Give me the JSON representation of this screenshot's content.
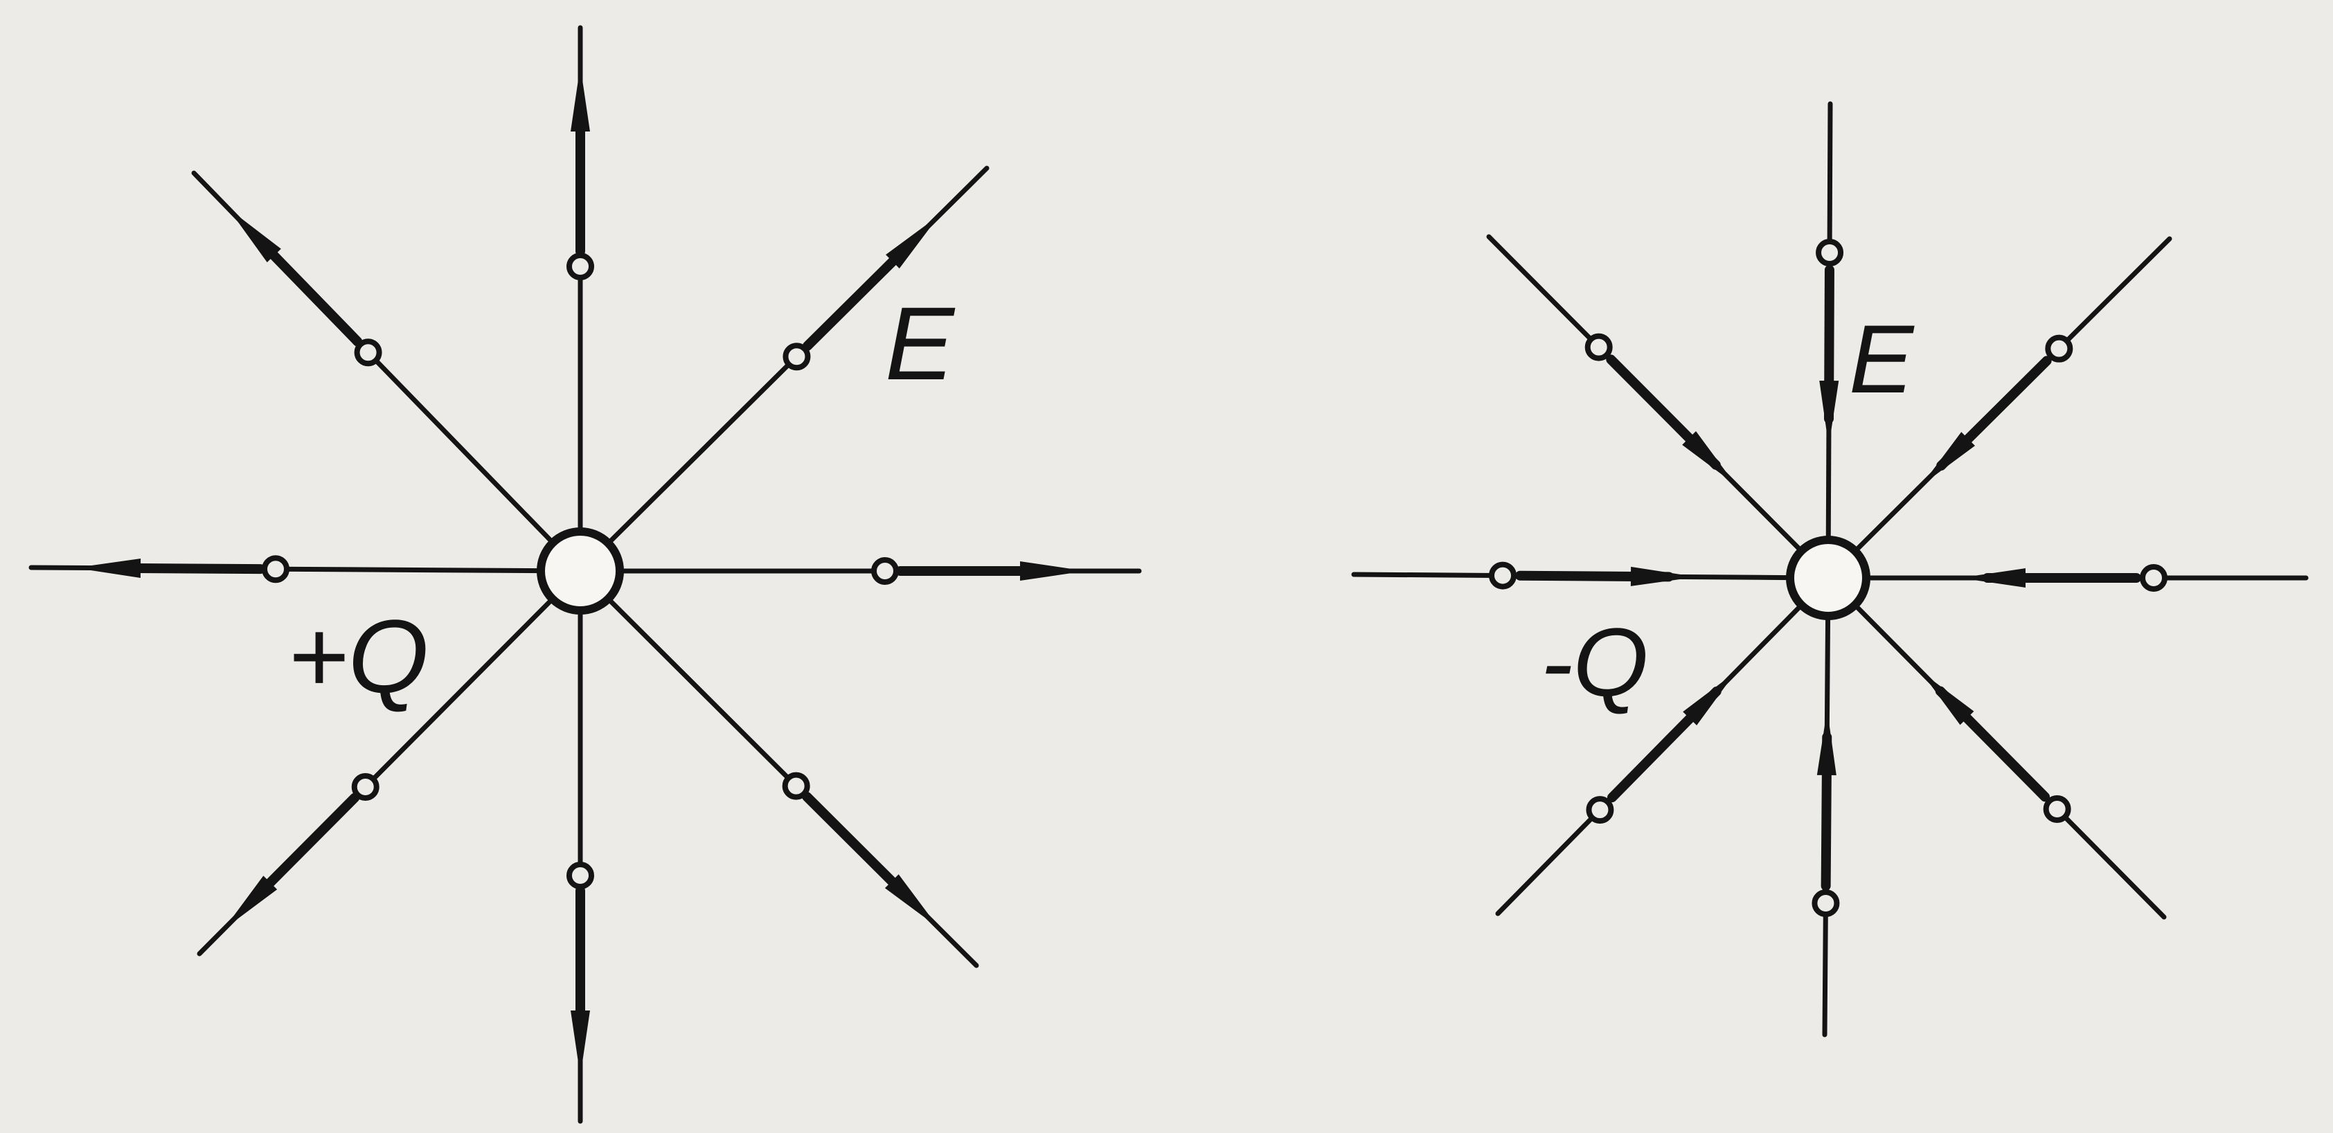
{
  "figure": {
    "background": "#ecebe8",
    "ink": "#141414",
    "panels": [
      {
        "id": "positive",
        "charge_label": "+Q",
        "field_label": "E",
        "field_direction": "outward",
        "line_count": 8
      },
      {
        "id": "negative",
        "charge_label": "-Q",
        "field_label": "E",
        "field_direction": "inward",
        "line_count": 8
      }
    ]
  }
}
